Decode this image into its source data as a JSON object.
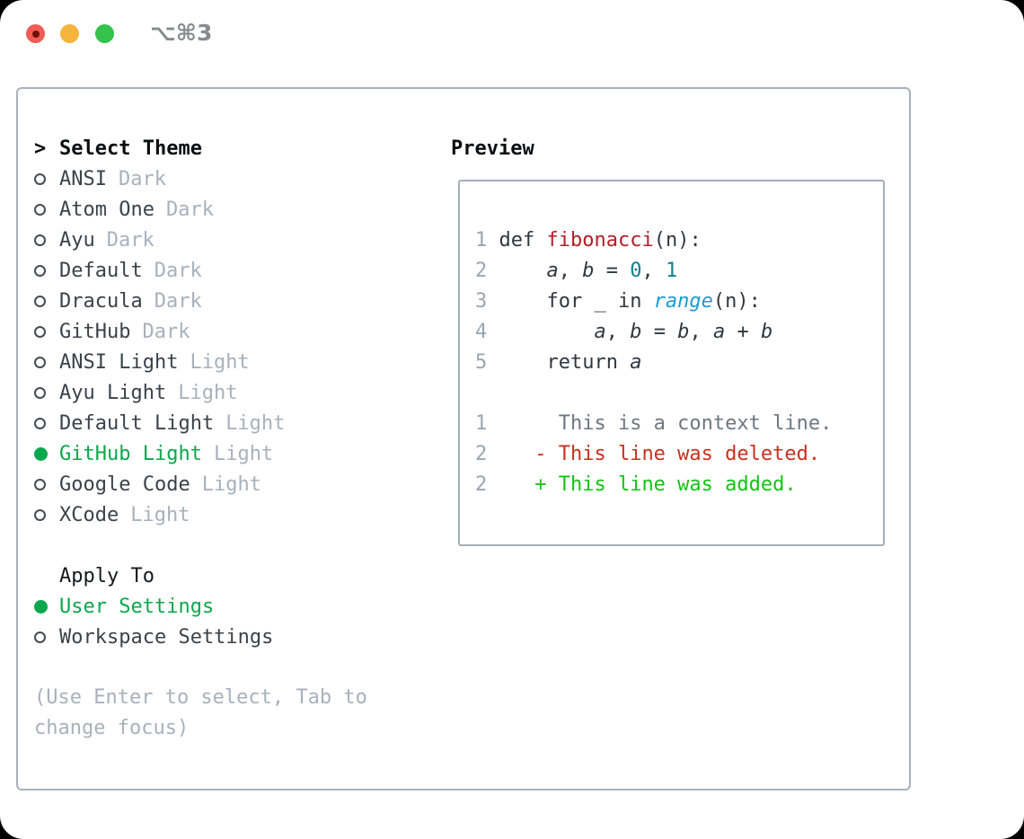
{
  "titlebar": {
    "title": "⌥⌘3",
    "traffic_lights": [
      "close",
      "minimize",
      "zoom"
    ]
  },
  "theme_panel": {
    "header_prefix": ">",
    "header_label": "Select Theme",
    "themes": [
      {
        "name": "ANSI",
        "tag": "Dark",
        "selected": false
      },
      {
        "name": "Atom One",
        "tag": "Dark",
        "selected": false
      },
      {
        "name": "Ayu",
        "tag": "Dark",
        "selected": false
      },
      {
        "name": "Default",
        "tag": "Dark",
        "selected": false
      },
      {
        "name": "Dracula",
        "tag": "Dark",
        "selected": false
      },
      {
        "name": "GitHub",
        "tag": "Dark",
        "selected": false
      },
      {
        "name": "ANSI Light",
        "tag": "Light",
        "selected": false
      },
      {
        "name": "Ayu Light",
        "tag": "Light",
        "selected": false
      },
      {
        "name": "Default Light",
        "tag": "Light",
        "selected": false
      },
      {
        "name": "GitHub Light",
        "tag": "Light",
        "selected": true
      },
      {
        "name": "Google Code",
        "tag": "Light",
        "selected": false
      },
      {
        "name": "XCode",
        "tag": "Light",
        "selected": false
      }
    ],
    "apply_to_label": "Apply To",
    "apply_options": [
      {
        "name": "User Settings",
        "selected": true
      },
      {
        "name": "Workspace Settings",
        "selected": false
      }
    ],
    "hint_lines": [
      "(Use Enter to select, Tab to",
      "change focus)"
    ]
  },
  "preview": {
    "label": "Preview",
    "code_lines": [
      [
        [
          "1 ",
          "ln"
        ],
        [
          "def ",
          "k"
        ],
        [
          "fibonacci",
          "fn"
        ],
        [
          "(n):",
          "k"
        ]
      ],
      [
        [
          "2 ",
          "ln"
        ],
        [
          "    ",
          "k"
        ],
        [
          "a",
          "v"
        ],
        [
          ", ",
          "k"
        ],
        [
          "b",
          "v"
        ],
        [
          " = ",
          "k"
        ],
        [
          "0",
          "num"
        ],
        [
          ", ",
          "k"
        ],
        [
          "1",
          "num"
        ]
      ],
      [
        [
          "3 ",
          "ln"
        ],
        [
          "    for _ in ",
          "k"
        ],
        [
          "range",
          "bi"
        ],
        [
          "(n):",
          "k"
        ]
      ],
      [
        [
          "4 ",
          "ln"
        ],
        [
          "        ",
          "k"
        ],
        [
          "a",
          "v"
        ],
        [
          ", ",
          "k"
        ],
        [
          "b",
          "v"
        ],
        [
          " = ",
          "k"
        ],
        [
          "b",
          "v"
        ],
        [
          ", ",
          "k"
        ],
        [
          "a",
          "v"
        ],
        [
          " + ",
          "k"
        ],
        [
          "b",
          "v"
        ]
      ],
      [
        [
          "5 ",
          "ln"
        ],
        [
          "    return ",
          "k"
        ],
        [
          "a",
          "v"
        ]
      ],
      [],
      [
        [
          "1",
          "ln"
        ],
        [
          "      This is a context line.",
          "ctx"
        ]
      ],
      [
        [
          "2",
          "ln"
        ],
        [
          "    ",
          "k"
        ],
        [
          "- This line was deleted.",
          "del"
        ]
      ],
      [
        [
          "2",
          "ln"
        ],
        [
          "    ",
          "k"
        ],
        [
          "+ This line was added.",
          "add"
        ]
      ]
    ]
  },
  "colors": {
    "selection_green": "#0aa84c",
    "diff_added_green": "#12c312",
    "diff_deleted_red": "#ca2f1e",
    "context_gray": "#6e7781",
    "function_red": "#b31d28",
    "number_teal": "#11808c",
    "builtin_blue": "#1d9bd1",
    "line_number_gray": "#9aa5b1",
    "tag_gray": "#a8b1bc",
    "panel_border": "#a9b1bb",
    "traffic_red": "#f25c55",
    "traffic_yellow": "#f4b43d",
    "traffic_green": "#35c24c"
  }
}
